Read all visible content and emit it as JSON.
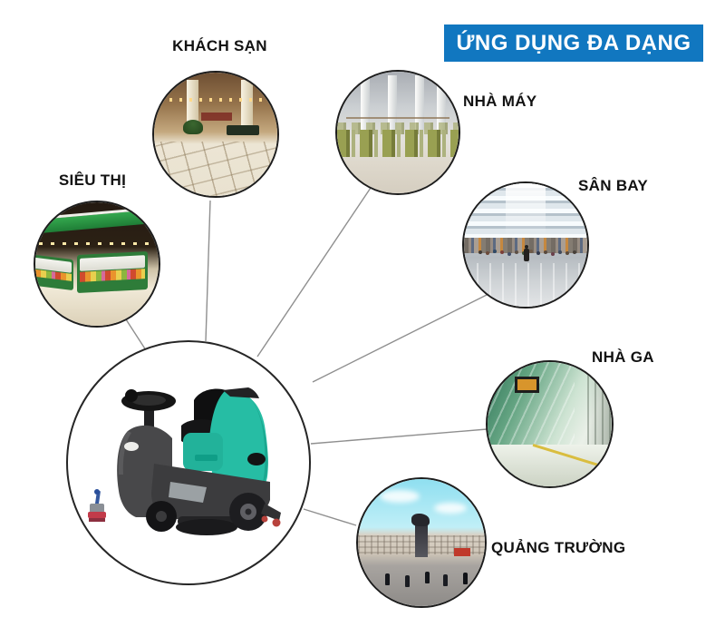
{
  "title": {
    "text": "ỨNG DỤNG ĐA DẠNG",
    "bg_color": "#1177c0",
    "text_color": "#ffffff"
  },
  "applications": [
    {
      "label": "KHÁCH SẠN",
      "scene": "hotel-lobby"
    },
    {
      "label": "SIÊU THỊ",
      "scene": "supermarket-produce-aisle"
    },
    {
      "label": "NHÀ MÁY",
      "scene": "factory-machine-hall"
    },
    {
      "label": "SÂN BAY",
      "scene": "airport-terminal"
    },
    {
      "label": "NHÀ GA",
      "scene": "metro-station-platform"
    },
    {
      "label": "QUẢNG TRƯỜNG",
      "scene": "city-square-monument"
    }
  ],
  "machine": {
    "name": "ride-on floor scrubber",
    "body_color": "#26bda4",
    "chassis_color": "#3c3c3e"
  },
  "connector_color": "#8f8f8f"
}
